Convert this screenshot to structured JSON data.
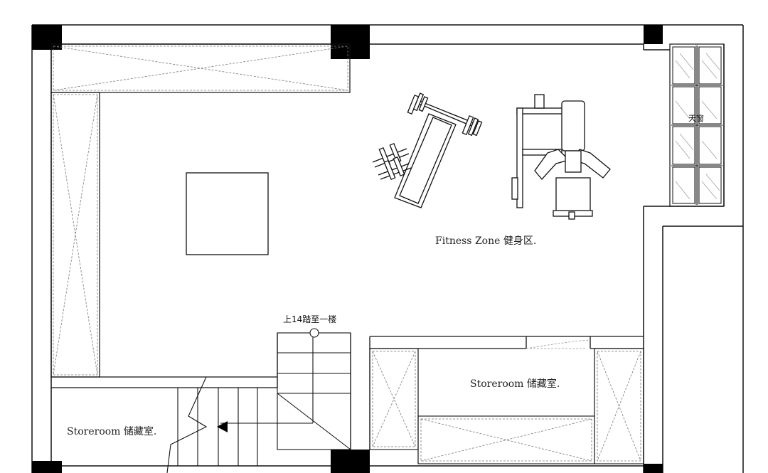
{
  "labels": {
    "fitness_zone": "Fitness Zone 健身区.",
    "storeroom_left": "Storeroom 储藏室.",
    "storeroom_right": "Storeroom 储藏室.",
    "skylight": "天窗",
    "stair_note": "上14踏至一楼"
  },
  "colors": {
    "line": "#111111",
    "dash": "#666666",
    "wall_fill": "#000000",
    "background": "#ffffff"
  }
}
